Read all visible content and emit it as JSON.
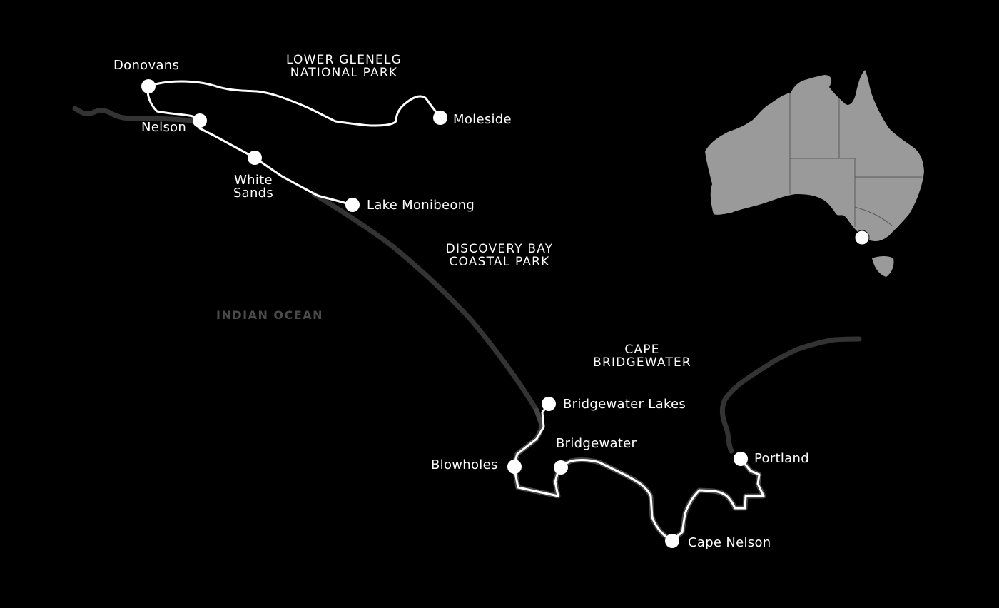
{
  "colors": {
    "background": "#000000",
    "route": "#ffffff",
    "coast_road": "#333333",
    "ocean_label": "#4a4a4a",
    "australia": "#9a9a9a"
  },
  "ocean_label": "INDIAN OCEAN",
  "areas": {
    "lower_glenelg": {
      "line1": "LOWER GLENELG",
      "line2": "NATIONAL PARK"
    },
    "discovery_bay": {
      "line1": "DISCOVERY BAY",
      "line2": "COASTAL PARK"
    },
    "cape_bridgewater": {
      "line1": "CAPE",
      "line2": "BRIDGEWATER"
    }
  },
  "places": {
    "donovans": "Donovans",
    "nelson": "Nelson",
    "white_sands_1": "White",
    "white_sands_2": "Sands",
    "lake_monibeong": "Lake Monibeong",
    "moleside": "Moleside",
    "bridgewater_lakes": "Bridgewater Lakes",
    "blowholes": "Blowholes",
    "bridgewater": "Bridgewater",
    "portland": "Portland",
    "cape_nelson": "Cape Nelson"
  },
  "inset": {
    "icon": "australia-map-icon",
    "marker": "location-marker-icon"
  }
}
